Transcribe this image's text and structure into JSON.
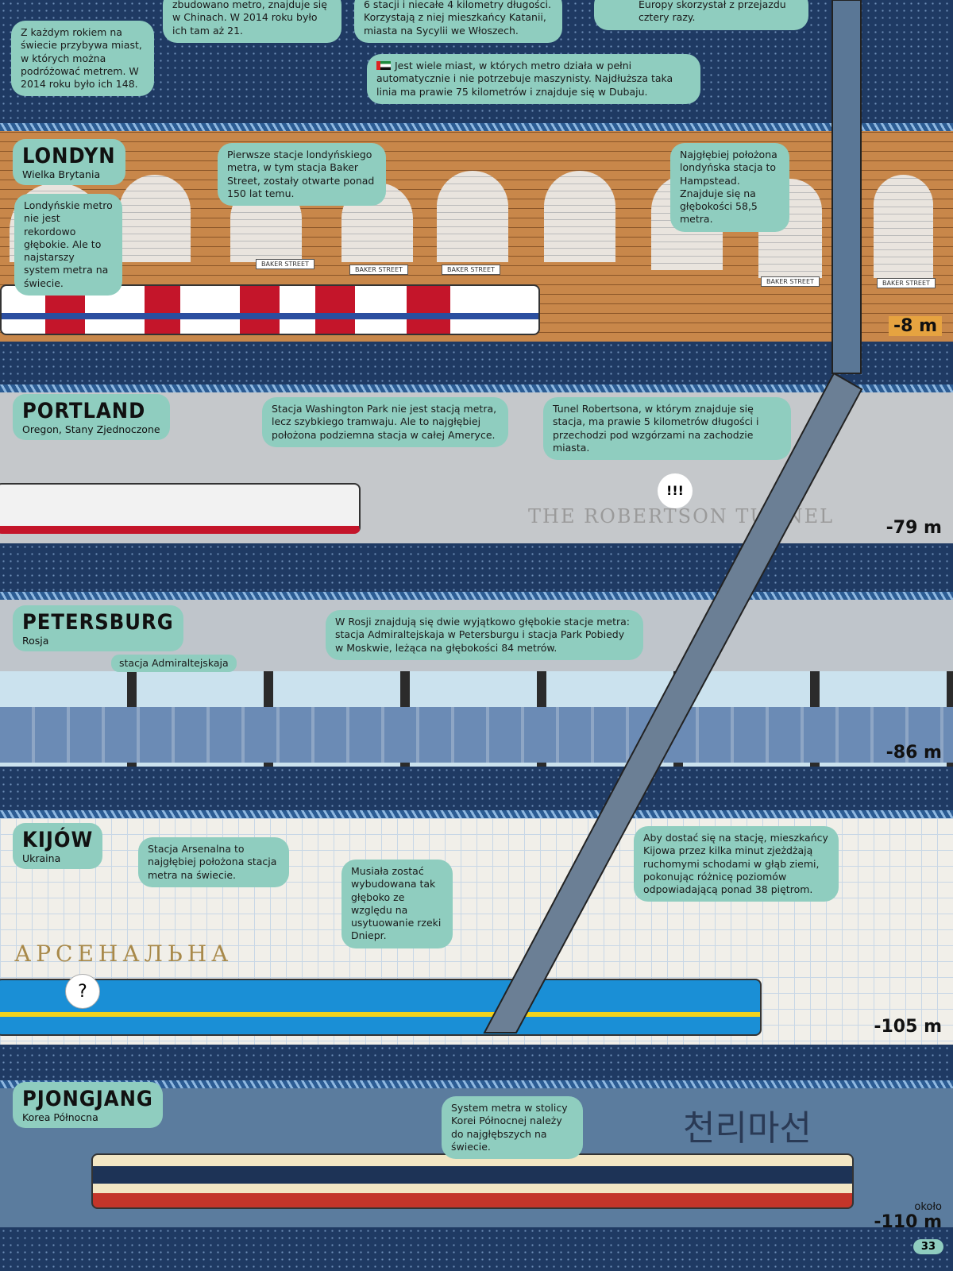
{
  "top": {
    "bubble_cities": "Z każdym rokiem na świecie przybywa miast, w których można podróżować metrem. W 2014 roku było ich 148.",
    "bubble_china": "zbudowano metro, znajduje się w Chinach. W 2014 roku było ich tam aż 21.",
    "bubble_catania": "6 stacji i niecałe 4 kilometry długości. Korzystają z niej mieszkańcy Katanii, miasta na Sycylii we Włoszech.",
    "bubble_europe": "Europy skorzystał z przejazdu cztery razy.",
    "bubble_dubai": "Jest wiele miast, w których metro działa w pełni automatycznie i nie potrzebuje maszynisty. Najdłuższa taka linia ma prawie 75 kilometrów i znajduje się w Dubaju."
  },
  "london": {
    "name": "LONDYN",
    "country": "Wielka Brytania",
    "bubble1": "Londyńskie metro nie jest rekordowo głębokie. Ale to najstarszy system metra na świecie.",
    "bubble2": "Pierwsze stacje londyńskiego metra, w tym stacja Baker Street, zostały otwarte ponad 150 lat temu.",
    "bubble3": "Najgłębiej położona londyńska stacja to Hampstead. Znajduje się na głębokości 58,5 metra.",
    "sign": "BAKER STREET",
    "depth": "-8 m"
  },
  "portland": {
    "name": "PORTLAND",
    "country": "Oregon, Stany Zjednoczone",
    "bubble1": "Stacja Washington Park nie jest stacją metra, lecz szybkiego tramwaju. Ale to najgłębiej położona podziemna stacja w całej Ameryce.",
    "bubble2": "Tunel Robertsona, w którym znajduje się stacja, ma prawie 5 kilometrów długości i przechodzi pod wzgórzami na zachodzie miasta.",
    "tunnel_sign": "THE ROBERTSON TUNNEL",
    "exclaim": "!!!",
    "depth": "-79 m"
  },
  "petersburg": {
    "name": "PETERSBURG",
    "country": "Rosja",
    "station": "stacja Admiraltejskaja",
    "bubble1": "W Rosji znajdują się dwie wyjątkowo głębokie stacje metra: stacja Admiraltejskaja w Petersburgu i stacja Park Pobiedy w Moskwie, leżąca na głębokości 84 metrów.",
    "depth": "-86 m"
  },
  "kyiv": {
    "name": "KIJÓW",
    "country": "Ukraina",
    "bubble1": "Stacja Arsenalna to najgłębiej położona stacja metra na świecie.",
    "bubble2": "Musiała zostać wybudowana tak głęboko ze względu na usytuowanie rzeki Dniepr.",
    "bubble3": "Aby dostać się na stację, mieszkańcy Kijowa przez kilka minut zjeżdżają ruchomymi schodami w głąb ziemi, pokonując różnicę poziomów odpowiadającą ponad 38 piętrom.",
    "station_sign": "АРСЕНАЛЬНА",
    "question": "?",
    "depth": "-105 m"
  },
  "pyongyang": {
    "name": "PJONGJANG",
    "country": "Korea Północna",
    "bubble1": "System metra w stolicy Korei Północnej należy do najgłębszych na świecie.",
    "station_sign": "천리마선",
    "depth_prefix": "około",
    "depth": "-110 m"
  },
  "page_number": "33",
  "colors": {
    "bubble": "#8fcdbf",
    "navy": "#1f3a63",
    "brick": "#c8874a"
  }
}
